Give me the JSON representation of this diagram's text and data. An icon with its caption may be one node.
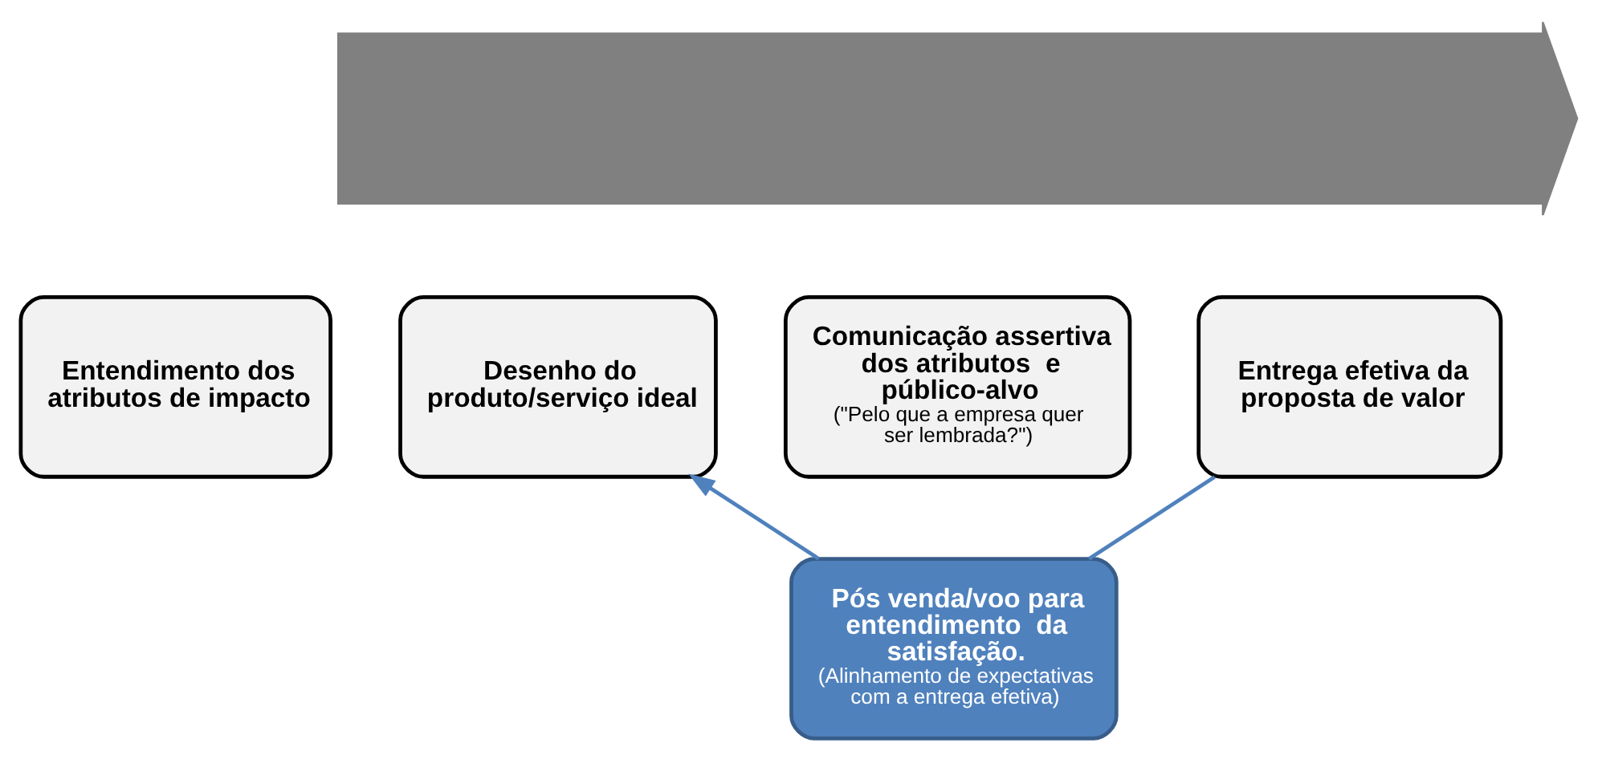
{
  "diagram": {
    "nodes": [
      {
        "text": [],
        "shape": "arrow"
      },
      {
        "text": [
          "Entendimento dos atributos de impacto"
        ]
      },
      {
        "text": [
          "Desenho do produto/serviço ideal"
        ]
      },
      {
        "text": [
          "Comunicação assertiva dos atributos  e público-alvo",
          "(\"Pelo que a empresa quer ser lembrada?\")"
        ]
      },
      {
        "text": [
          "Entrega efetiva da proposta de valor"
        ]
      },
      {
        "text": [
          "Pós venda/voo para entendimento  da satisfação.",
          "(Alinhamento de expectativas com a entrega efetiva)"
        ]
      }
    ],
    "edges": [
      {
        "from": 4,
        "to": 5,
        "arrow": "none",
        "color": "#4f81bd"
      },
      {
        "from": 5,
        "to": 2,
        "arrow": "to",
        "color": "#4f81bd"
      }
    ]
  }
}
